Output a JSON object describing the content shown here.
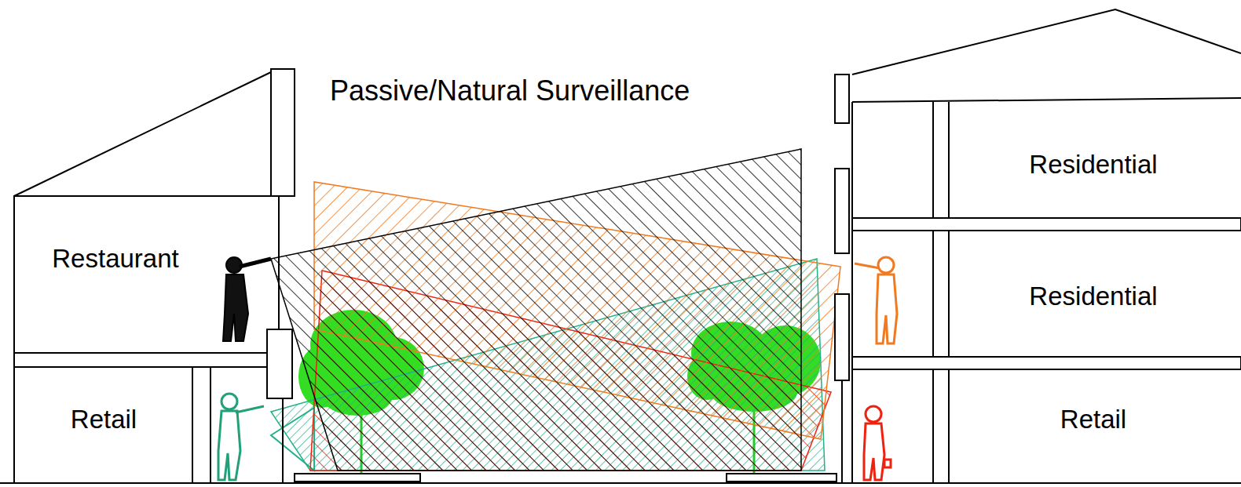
{
  "diagram": {
    "title": "Passive/Natural Surveillance",
    "nodes": [
      {
        "text": [
          "Restaurant"
        ]
      },
      {
        "text": [
          "Retail"
        ]
      },
      {
        "text": [
          "Residential"
        ]
      },
      {
        "text": [
          "Residential"
        ]
      },
      {
        "text": [
          "Retail"
        ]
      }
    ]
  }
}
